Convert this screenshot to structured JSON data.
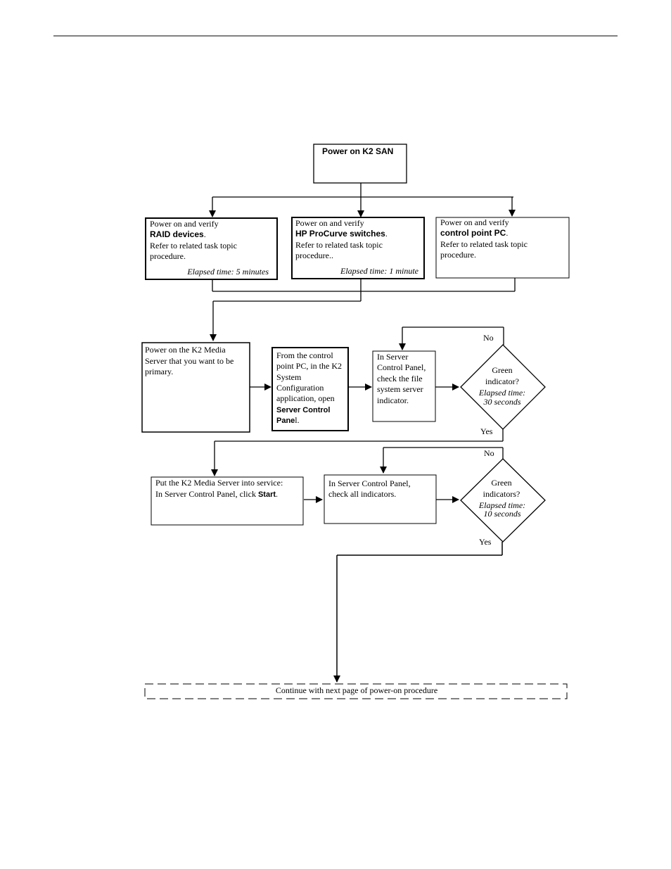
{
  "nodes": {
    "start": {
      "title": "Power on K2 SAN"
    },
    "raid": {
      "line1": "Power on and verify",
      "bold": "RAID devices",
      "bold_suffix": ".",
      "line3": "Refer to related task topic",
      "line4": "procedure.",
      "elapsed": "Elapsed time: 5 minutes"
    },
    "switches": {
      "line1": "Power on and verify",
      "bold": "HP ProCurve switches",
      "bold_suffix": ".",
      "line3": "Refer to related task topic",
      "line4": "procedure..",
      "elapsed": "Elapsed time: 1 minute"
    },
    "pc": {
      "line1": "Power on and verify",
      "bold": "control point PC",
      "bold_suffix": ".",
      "line3": "Refer to related task topic",
      "line4": "procedure."
    },
    "media_server": {
      "line1": "Power on the K2 Media",
      "line2": "Server that you want to be",
      "line3": "primary."
    },
    "open_scp": {
      "line1": "From the control",
      "line2": "point PC, in the K2",
      "line3": "System",
      "line4": "Configuration",
      "line5": "application, open",
      "bold1": "Server Control",
      "bold2": "Pane",
      "tail": "l."
    },
    "check_fs": {
      "line1": "In Server",
      "line2": "Control Panel,",
      "line3": "check the file",
      "line4": "system server",
      "line5": "indicator."
    },
    "decision1": {
      "line1": "Green",
      "line2": "indicator?",
      "elapsed1": "Elapsed time:",
      "elapsed2": "30 seconds",
      "no": "No",
      "yes": "Yes"
    },
    "service": {
      "line1": "Put the K2 Media Server into service:",
      "line2": "In Server Control Panel, click ",
      "bold": "Start",
      "tail": "."
    },
    "check_all": {
      "line1": "In Server Control Panel,",
      "line2": "check all indicators."
    },
    "decision2": {
      "line1": "Green",
      "line2": "indicators?",
      "elapsed1": "Elapsed time:",
      "elapsed2": "10 seconds",
      "no": "No",
      "yes": "Yes"
    },
    "continue": {
      "text": "Continue with next page of power-on procedure"
    }
  }
}
